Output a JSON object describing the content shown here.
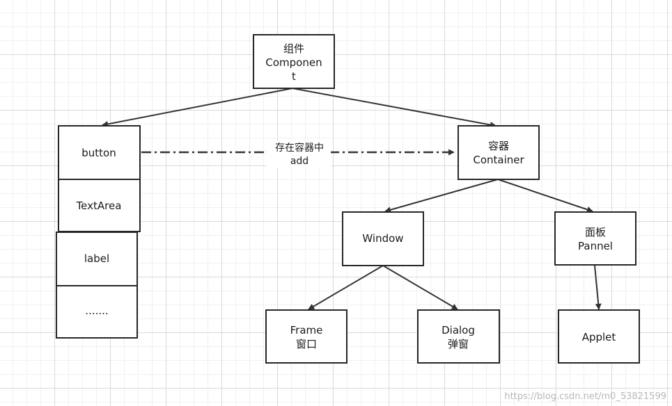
{
  "nodes": {
    "component": [
      "组件",
      "Componen",
      "t"
    ],
    "button": [
      "button"
    ],
    "textarea": [
      "TextArea"
    ],
    "label": [
      "label"
    ],
    "ellipsis": [
      "......."
    ],
    "container": [
      "容器",
      "Container"
    ],
    "window": [
      "Window"
    ],
    "panel": [
      "面板",
      "Pannel"
    ],
    "frame": [
      "Frame",
      "窗口"
    ],
    "dialog": [
      "Dialog",
      "弹窗"
    ],
    "applet": [
      "Applet"
    ]
  },
  "edge_label": [
    "存在容器中",
    "add"
  ],
  "watermark": "https://blog.csdn.net/m0_53821599",
  "colors": {
    "stroke": "#262626",
    "grid": "#d9d9d9",
    "background": "#ffffff"
  }
}
